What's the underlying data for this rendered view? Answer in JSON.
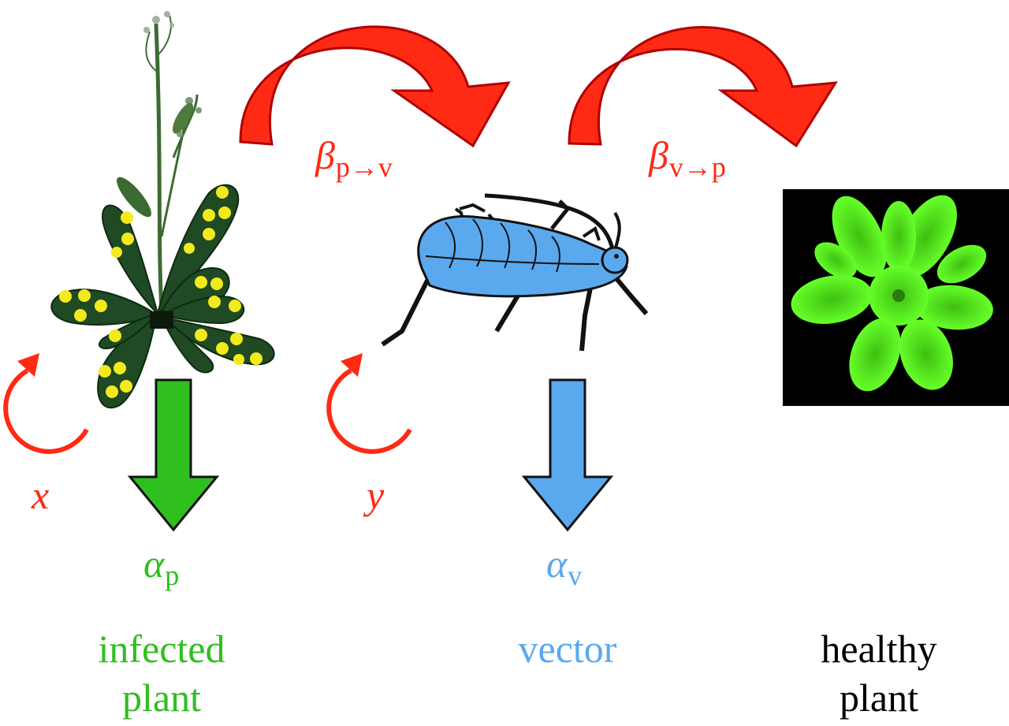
{
  "colors": {
    "transmission": "#ff2a14",
    "transmission_dark": "#b00000",
    "infected": "#2fbf1f",
    "vector": "#5aa9ee",
    "healthy_plant": "#55ee22",
    "healthy_bg": "#000000",
    "leaf_dark": "#1f4a24",
    "lesion": "#f2ea1c",
    "text_default": "#000000"
  },
  "params": {
    "beta_pv": {
      "symbol": "β",
      "sub": "p→v"
    },
    "beta_vp": {
      "symbol": "β",
      "sub": "v→p"
    },
    "x": {
      "symbol": "x"
    },
    "y": {
      "symbol": "y"
    },
    "alpha_p": {
      "symbol": "α",
      "sub": "p"
    },
    "alpha_v": {
      "symbol": "α",
      "sub": "v"
    }
  },
  "labels": {
    "infected": [
      "infected",
      "plant"
    ],
    "vector": "vector",
    "healthy": [
      "healthy",
      "plant"
    ]
  },
  "icons": {
    "infected_plant": "infected-plant-icon",
    "aphid": "aphid-vector-icon",
    "healthy_plant": "healthy-plant-icon"
  }
}
